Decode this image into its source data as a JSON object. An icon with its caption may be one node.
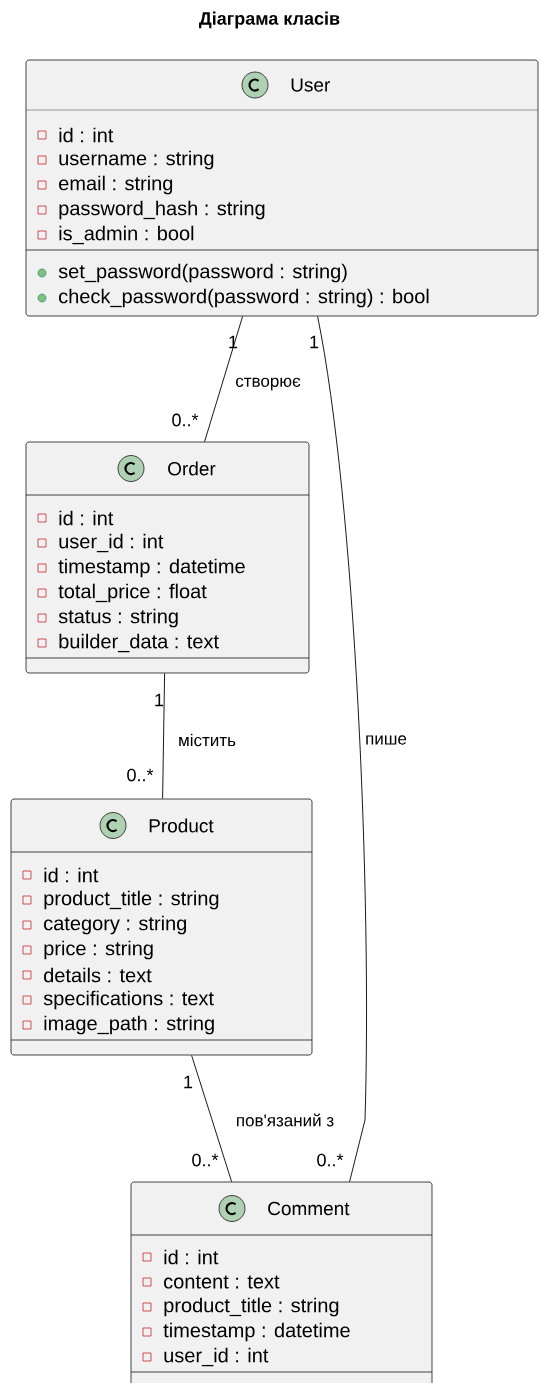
{
  "diagram": {
    "title": "Діаграма класів",
    "nodes": [
      {
        "text": [
          "User",
          "id : int",
          "username : string",
          "email : string",
          "password_hash : string",
          "is_admin : bool",
          "set_password(password : string)",
          "check_password(password : string) : bool"
        ]
      },
      {
        "text": [
          "Order",
          "id : int",
          "user_id : int",
          "timestamp : datetime",
          "total_price : float",
          "status : string",
          "builder_data : text"
        ]
      },
      {
        "text": [
          "Product",
          "id : int",
          "product_title : string",
          "category : string",
          "price : string",
          "details : text",
          "specifications : text",
          "image_path : string"
        ]
      },
      {
        "text": [
          "Comment",
          "id : int",
          "content : text",
          "product_title : string",
          "timestamp : datetime",
          "user_id : int"
        ]
      }
    ],
    "edges": [
      {
        "from": 0,
        "to": 1,
        "arrow": "none",
        "label": "створює"
      },
      {
        "from": 1,
        "to": 2,
        "arrow": "none",
        "label": "містить"
      },
      {
        "from": 2,
        "to": 3,
        "arrow": "none",
        "label": "пов'язаний з"
      },
      {
        "from": 0,
        "to": 3,
        "arrow": "none",
        "label": "пише"
      }
    ],
    "labels": [
      "1",
      "1",
      "0..*",
      "1",
      "0..*",
      "1",
      "0..*",
      "0..*"
    ]
  }
}
